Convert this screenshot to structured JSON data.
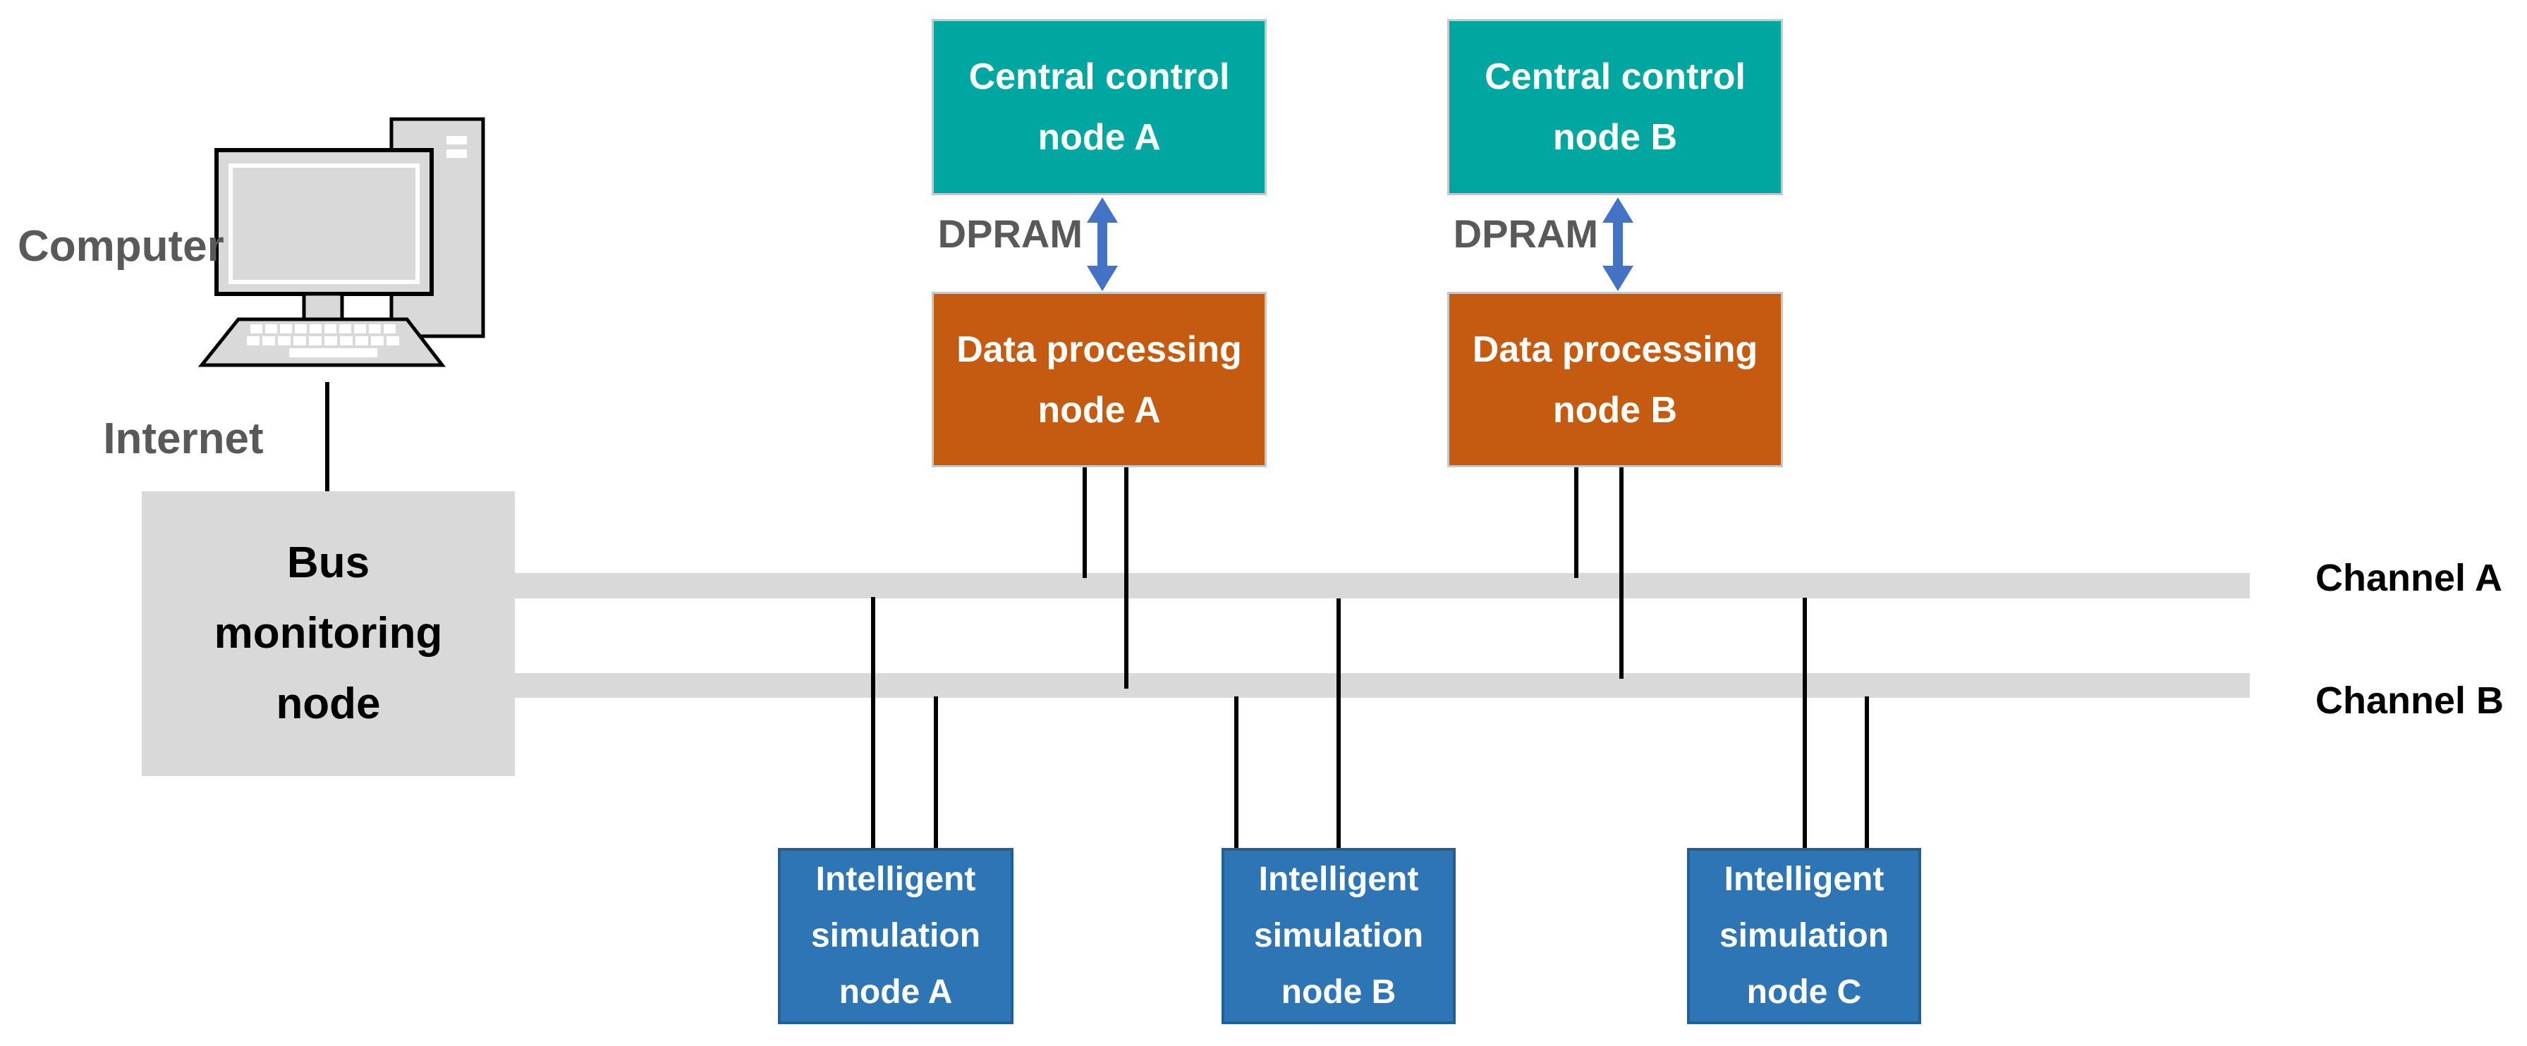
{
  "colors": {
    "teal": "#00A6A0",
    "orange": "#C55A11",
    "blue_box": "#2E75B6",
    "blue_box_border": "#255E91",
    "arrow_blue": "#4472C4",
    "gray": "#D9D9D9",
    "dark_gray_text": "#595959"
  },
  "computer": {
    "label": "Computer",
    "link_label": "Internet",
    "icon": "desktop-computer-icon"
  },
  "bus_monitoring": {
    "line1": "Bus",
    "line2": "monitoring",
    "line3": "node"
  },
  "channels": {
    "a": {
      "label": "Channel A"
    },
    "b": {
      "label": "Channel B"
    }
  },
  "central_control": {
    "a": {
      "line1": "Central control",
      "line2": "node A"
    },
    "b": {
      "line1": "Central control",
      "line2": "node B"
    }
  },
  "dpram": {
    "a": "DPRAM",
    "b": "DPRAM",
    "arrow_icon": "double-headed-vertical-arrow-icon"
  },
  "data_processing": {
    "a": {
      "line1": "Data processing",
      "line2": "node A"
    },
    "b": {
      "line1": "Data processing",
      "line2": "node B"
    }
  },
  "simulation": {
    "a": {
      "line1": "Intelligent",
      "line2": "simulation",
      "line3": "node A"
    },
    "b": {
      "line1": "Intelligent",
      "line2": "simulation",
      "line3": "node B"
    },
    "c": {
      "line1": "Intelligent",
      "line2": "simulation",
      "line3": "node C"
    }
  }
}
